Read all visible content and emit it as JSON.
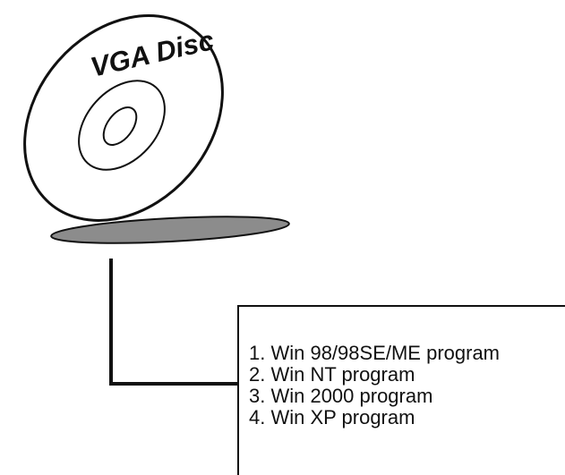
{
  "disc": {
    "label": "VGA Disc"
  },
  "programs": [
    "1. Win 98/98SE/ME program",
    "2. Win NT program",
    "3. Win 2000 program",
    "4. Win XP program"
  ],
  "colors": {
    "line": "#111111",
    "shadow": "#8c8c8c",
    "background": "#ffffff"
  },
  "icons": [
    "cd-disc-icon"
  ]
}
